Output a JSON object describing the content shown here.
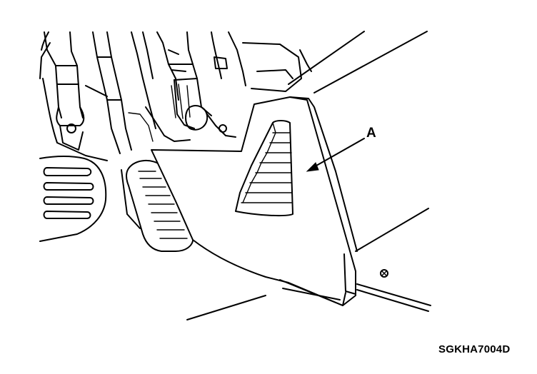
{
  "diagram": {
    "callout_label": "A",
    "figure_code": "SGKHA7004D"
  },
  "icons": {
    "pedal": "accelerator-pedal",
    "cover": "vent-cover-panel",
    "screw": "screw-head"
  }
}
